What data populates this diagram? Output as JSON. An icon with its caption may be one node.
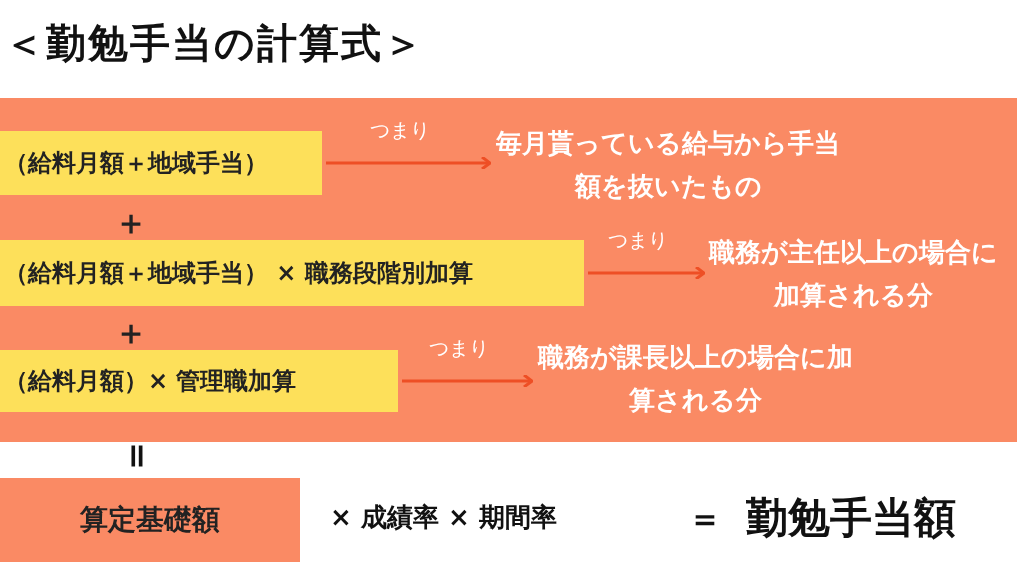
{
  "diagram": {
    "title": "＜勤勉手当の計算式＞",
    "nodes": [
      {
        "text": [
          "（給料月額＋地域手当）"
        ]
      },
      {
        "text": [
          "毎月貰っている給与から手当額を抜いたもの"
        ]
      },
      {
        "text": [
          "（給料月額＋地域手当） × 職務段階別加算"
        ]
      },
      {
        "text": [
          "職務が主任以上の場合に加算される分"
        ]
      },
      {
        "text": [
          "（給料月額）× 管理職加算"
        ]
      },
      {
        "text": [
          "職務が課長以上の場合に加算される分"
        ]
      },
      {
        "text": [
          "算定基礎額"
        ]
      }
    ],
    "edges": [
      {
        "from": 0,
        "to": 1,
        "arrow": "to",
        "label": "つまり"
      },
      {
        "from": 2,
        "to": 3,
        "arrow": "to",
        "label": "つまり"
      },
      {
        "from": 4,
        "to": 5,
        "arrow": "to",
        "label": "つまり"
      }
    ],
    "labels": [
      "＋",
      "＋",
      "＝",
      "× 成績率 × 期間率",
      "＝",
      "勤勉手当額"
    ]
  }
}
